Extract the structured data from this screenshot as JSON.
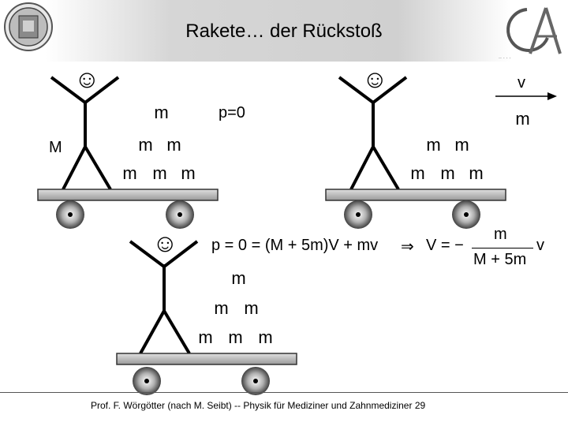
{
  "slide": {
    "title": "Rakete… der Rückstoß",
    "footer": "Prof. F. Wörgötter (nach M. Seibt) -- Physik für Mediziner und Zahnmediziner   29"
  },
  "labels": {
    "mass_person": "M",
    "momentum": "p=0",
    "velocity": "v",
    "smiley": "☺"
  },
  "scene_left": {
    "blocks": [
      "m",
      "m",
      "m",
      "m",
      "m",
      "m"
    ]
  },
  "scene_right": {
    "blocks": [
      "m",
      "m",
      "m",
      "m",
      "m",
      "m"
    ]
  },
  "scene_bottom": {
    "blocks": [
      "m",
      "m",
      "m",
      "m",
      "m",
      "m"
    ]
  },
  "equation": {
    "lhs": "p = 0 = (M + 5m)V + mv",
    "implies": "⇒",
    "V": "V = −",
    "num": "m",
    "den": "M + 5m",
    "v": "v"
  },
  "logos": {
    "seal": "university-seal",
    "logo": "GA-logo"
  }
}
